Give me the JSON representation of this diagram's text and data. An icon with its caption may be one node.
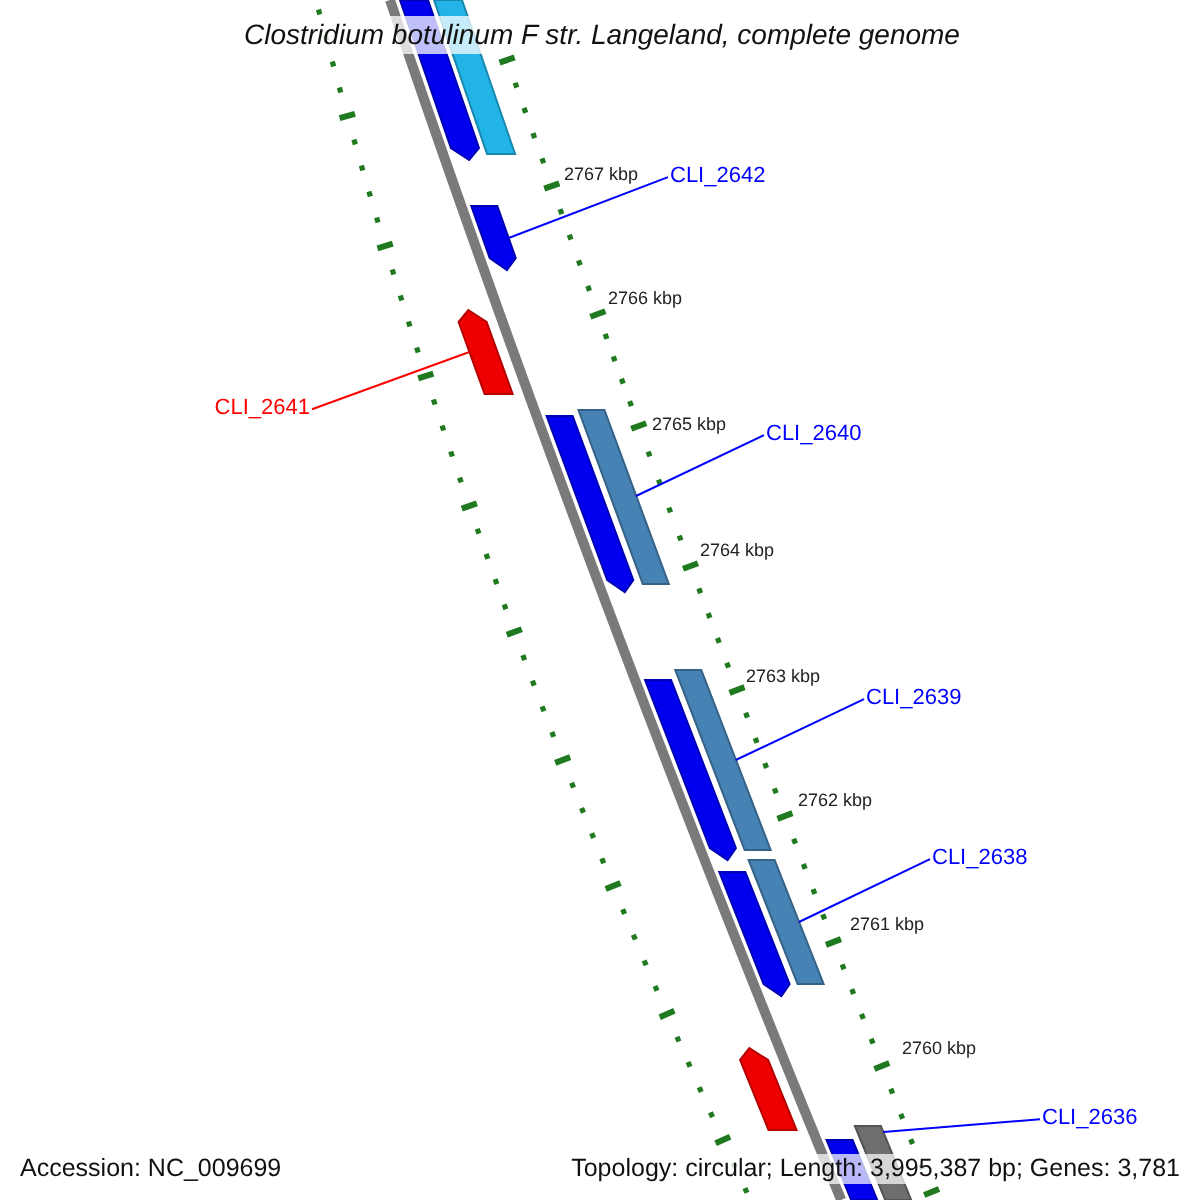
{
  "diagram": {
    "title": "Clostridium botulinum F str. Langeland, complete genome",
    "nodes": [
      {
        "text": [
          "CLI_2642"
        ]
      },
      {
        "text": [
          "CLI_2641"
        ]
      },
      {
        "text": [
          "CLI_2640"
        ]
      },
      {
        "text": [
          "CLI_2639"
        ]
      },
      {
        "text": [
          "CLI_2638"
        ]
      },
      {
        "text": [
          "CLI_2636"
        ]
      }
    ],
    "edges": [
      {
        "from": 0,
        "to": null,
        "arrow": "none"
      },
      {
        "from": 1,
        "to": null,
        "arrow": "none",
        "color": "#ff0000"
      },
      {
        "from": 2,
        "to": null,
        "arrow": "none"
      },
      {
        "from": 3,
        "to": null,
        "arrow": "none"
      },
      {
        "from": 4,
        "to": null,
        "arrow": "none"
      },
      {
        "from": 5,
        "to": null,
        "arrow": "none"
      }
    ],
    "labels": [
      "2767 kbp",
      "2766 kbp",
      "2765 kbp",
      "2764 kbp",
      "2763 kbp",
      "2762 kbp",
      "2761 kbp",
      "2760 kbp",
      "Accession: NC_009699",
      "Topology: circular; Length: 3,995,387 bp; Genes: 3,781"
    ]
  }
}
